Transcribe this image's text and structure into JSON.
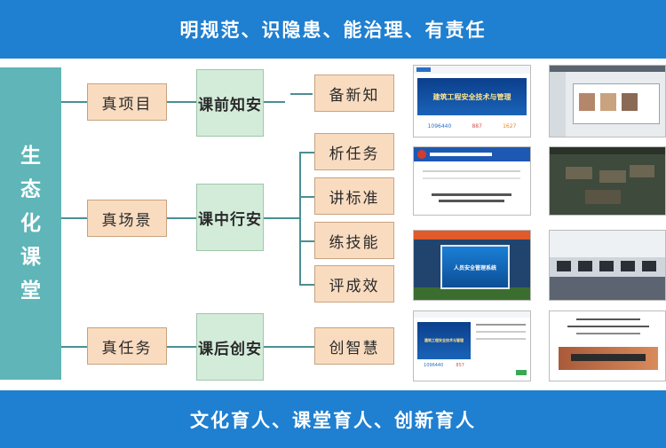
{
  "header": {
    "title": "明规范、识隐患、能治理、有责任"
  },
  "footer": {
    "title": "文化育人、课堂育人、创新育人"
  },
  "sidebar": {
    "chars": [
      "生",
      "态",
      "化",
      "课",
      "堂"
    ]
  },
  "col1": [
    "真项目",
    "真场景",
    "真任务"
  ],
  "col2": [
    "课前知安",
    "课中行安",
    "课后创安"
  ],
  "col3": [
    "备新知",
    "析任务",
    "讲标准",
    "练技能",
    "评成效",
    "创智慧"
  ],
  "screenshots": {
    "s1_title": "建筑工程安全技术与管理",
    "s1_stats": [
      "1096440",
      "887",
      "1627"
    ],
    "s7_title": "建筑工程安全技术与管理",
    "s7_stats": [
      "1096440",
      "857"
    ],
    "s5_title": "人员安全管理系统"
  },
  "colors": {
    "band": "#1f7fd0",
    "sidebar": "#5fb5b8",
    "orange_box": "#f9dcc0",
    "green_box": "#d3ecda",
    "connector": "#4a8f94"
  }
}
